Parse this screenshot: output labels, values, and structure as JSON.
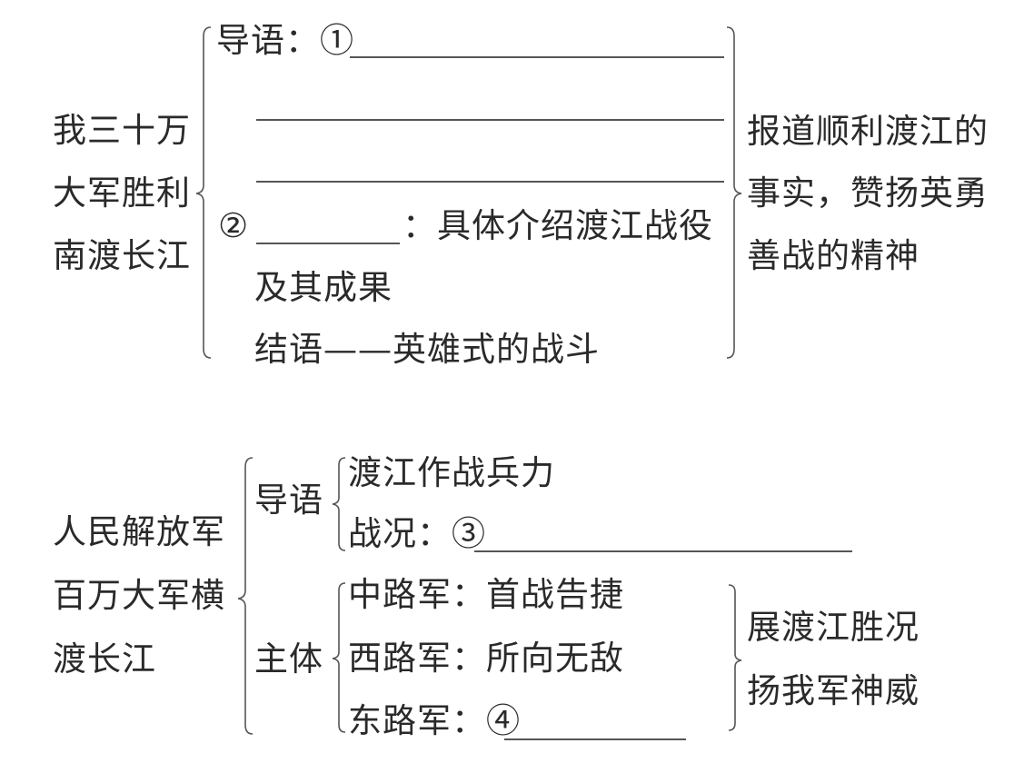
{
  "diagram_1": {
    "topic_lines": [
      "我三十万",
      "大军胜利",
      "南渡长江"
    ],
    "intro_label": "导语：①",
    "item2_marker": "②",
    "item2_text": "：具体介绍渡江战役",
    "item2_text_cont": "及其成果",
    "conclusion": "结语——英雄式的战斗",
    "purpose_lines": [
      "报道顺利渡江的",
      "事实，赞扬英勇",
      "善战的精神"
    ]
  },
  "diagram_2": {
    "topic_lines": [
      "人民解放军",
      "百万大军横",
      "渡长江"
    ],
    "intro_label": "导语",
    "intro_items": [
      "渡江作战兵力",
      "战况：③"
    ],
    "body_label": "主体",
    "body_items": [
      "中路军：首战告捷",
      "西路军：所向无敌",
      "东路军：④"
    ],
    "purpose_lines": [
      "展渡江胜况",
      "扬我军神威"
    ]
  }
}
